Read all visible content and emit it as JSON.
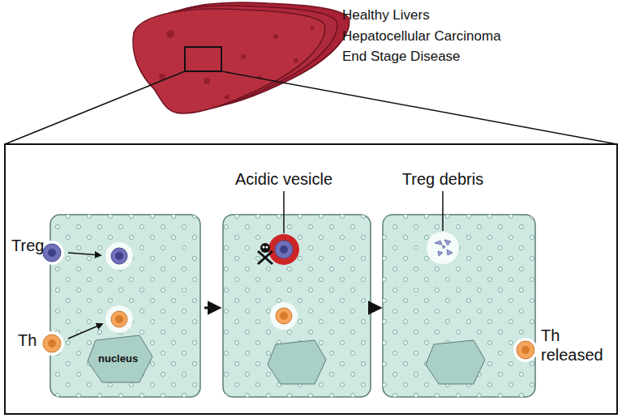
{
  "diagram": {
    "labels": [
      "Healthy Livers",
      "Hepatocellular Carcinoma",
      "End Stage Disease",
      "Treg",
      "Th",
      "nucleus",
      "Acidic vesicle",
      "Treg debris",
      "Th released"
    ]
  }
}
